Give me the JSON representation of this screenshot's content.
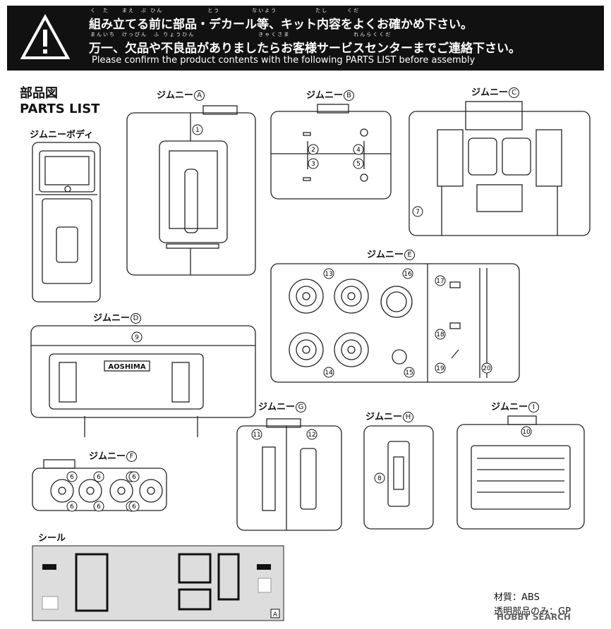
{
  "banner": {
    "line1": "組み立てる前に部品・デカール等、キット内容をよくお確かめ下さい。",
    "line2": "万一、欠品や不良品がありましたらお客様サービスセンターまでご連絡下さい。",
    "line3": "Please confirm the product contents with the following PARTS LIST before assembly",
    "ruby1": "く　た　　まえ　ぶ ひん　　　　　　　とう　　　　　ないよう　　　　　　たし　　　くだ",
    "ruby2": "まんいち　けっぴん　ふ りょうひん　　　　　　　　　　きゃくさま　　　　　　　　　　れんらくくだ"
  },
  "title_jp": "部品図",
  "title_en": "PARTS LIST",
  "body_label": "ジムニーボディ",
  "runner_prefix": "ジムニー",
  "runners": {
    "A": "A",
    "B": "B",
    "C": "C",
    "D": "D",
    "E": "E",
    "F": "F",
    "G": "G",
    "H": "H",
    "I": "I"
  },
  "decal_label": "シール",
  "decal_letter": "A",
  "brand_on_part": "AOSHIMA",
  "part_numbers": [
    "1",
    "2",
    "3",
    "4",
    "5",
    "6",
    "7",
    "8",
    "9",
    "10",
    "11",
    "12",
    "13",
    "14",
    "15",
    "16",
    "17",
    "18",
    "19",
    "20"
  ],
  "material": {
    "line1": "材質：ABS",
    "line2": "透明部品のみ：GP"
  },
  "watermark": "HOBBY SEARCH"
}
